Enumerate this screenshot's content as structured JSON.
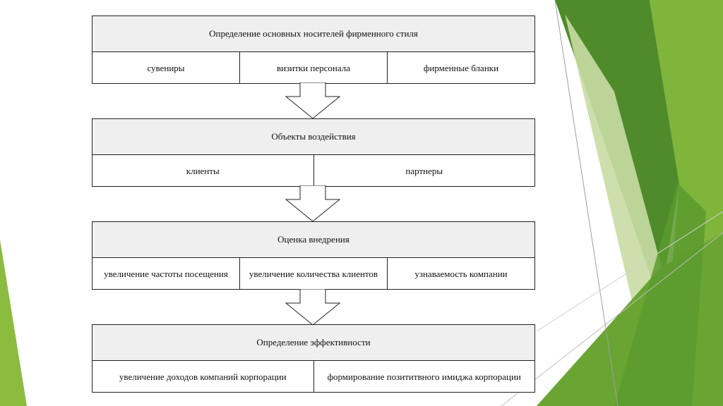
{
  "theme": {
    "green_dark": "#4f8a2b",
    "green_mid": "#6aa534",
    "green_light": "#8cbc3f",
    "green_pale": "#c8dca3"
  },
  "blocks": [
    {
      "title": "Определение основных носителей фирменного стиля",
      "items": [
        "сувениры",
        "визитки персонала",
        "фирменные бланки"
      ]
    },
    {
      "title": "Объекты воздействия",
      "items": [
        "клиенты",
        "партнеры"
      ]
    },
    {
      "title": "Оценка внедрения",
      "items": [
        "увеличение частоты посещения",
        "увеличение количества клиентов",
        "узнаваемость компании"
      ]
    },
    {
      "title": "Определение эффективности",
      "items": [
        "увеличение доходов компаний корпорации",
        "формирование позититвного имиджа корпорации"
      ]
    }
  ]
}
